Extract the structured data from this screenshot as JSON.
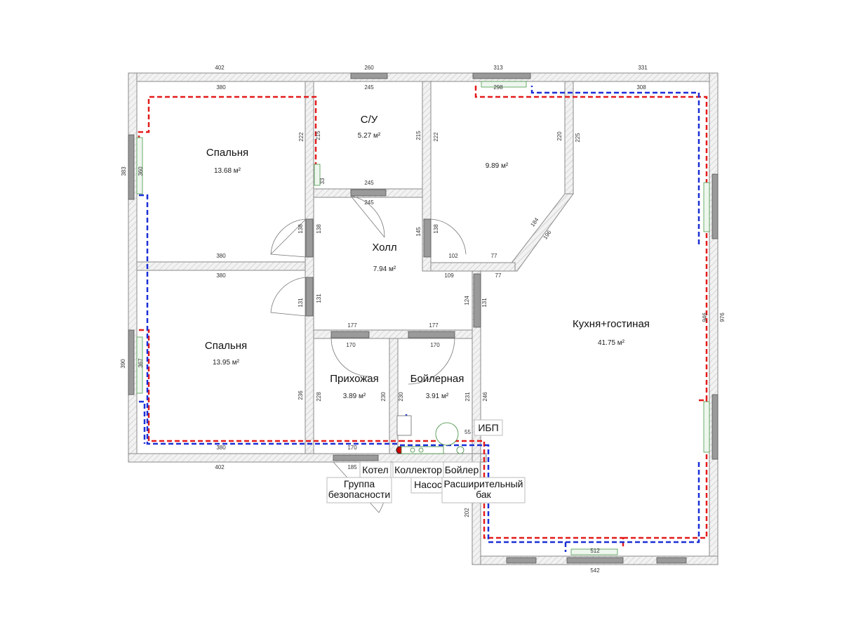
{
  "rooms": {
    "bedroom1": {
      "name": "Спальня",
      "area": "13.68 м²"
    },
    "bathroom": {
      "name": "С/У",
      "area": "5.27 м²"
    },
    "room3": {
      "area": "9.89 м²"
    },
    "hall": {
      "name": "Холл",
      "area": "7.94 м²"
    },
    "bedroom2": {
      "name": "Спальня",
      "area": "13.95 м²"
    },
    "entrance": {
      "name": "Прихожая",
      "area": "3.89 м²"
    },
    "boiler_room": {
      "name": "Бойлерная",
      "area": "3.91 м²"
    },
    "kitchen": {
      "name": "Кухня+гостиная",
      "area": "41.75 м²"
    }
  },
  "equipment_labels": {
    "ups": "ИБП",
    "boiler": "Котел",
    "collector": "Коллектор",
    "water_heater": "Бойлер",
    "pump": "Насос",
    "safety_group": "Группа безопасности",
    "expansion_tank": "Расширительный бак"
  },
  "dimensions": {
    "top_402": "402",
    "top_260": "260",
    "top_313": "313",
    "top_331": "331",
    "in_380a": "380",
    "in_245a": "245",
    "in_298": "298",
    "in_308": "308",
    "v_383": "383",
    "v_360": "360",
    "v_222a": "222",
    "v_215a": "215",
    "v_215b": "215",
    "v_222b": "222",
    "v_220": "220",
    "v_225": "225",
    "v_33": "33",
    "h_245b": "245",
    "h_245c": "245",
    "v_138a": "138",
    "v_138b": "138",
    "v_145": "145",
    "v_138c": "138",
    "d_184": "184",
    "d_196": "196",
    "h_380b": "380",
    "h_102": "102",
    "h_77a": "77",
    "h_380c": "380",
    "h_109": "109",
    "h_77b": "77",
    "v_131a": "131",
    "v_131b": "131",
    "v_124": "124",
    "v_131c": "131",
    "h_177a": "177",
    "h_177b": "177",
    "h_170a": "170",
    "h_170b": "170",
    "v_390": "390",
    "v_367": "367",
    "v_236": "236",
    "v_228": "228",
    "v_230a": "230",
    "v_230b": "230",
    "v_231": "231",
    "v_246": "246",
    "v_946": "946",
    "v_976": "976",
    "h_380d": "380",
    "h_170c": "170",
    "h_402b": "402",
    "h_185": "185",
    "v_202": "202",
    "h_512": "512",
    "h_542": "542",
    "h_55": "55"
  },
  "colors": {
    "supply": "#e41b1b",
    "return": "#1b2fd6",
    "wall_hatch": "#8a8a8a",
    "radiator": "#4a9a4a"
  }
}
